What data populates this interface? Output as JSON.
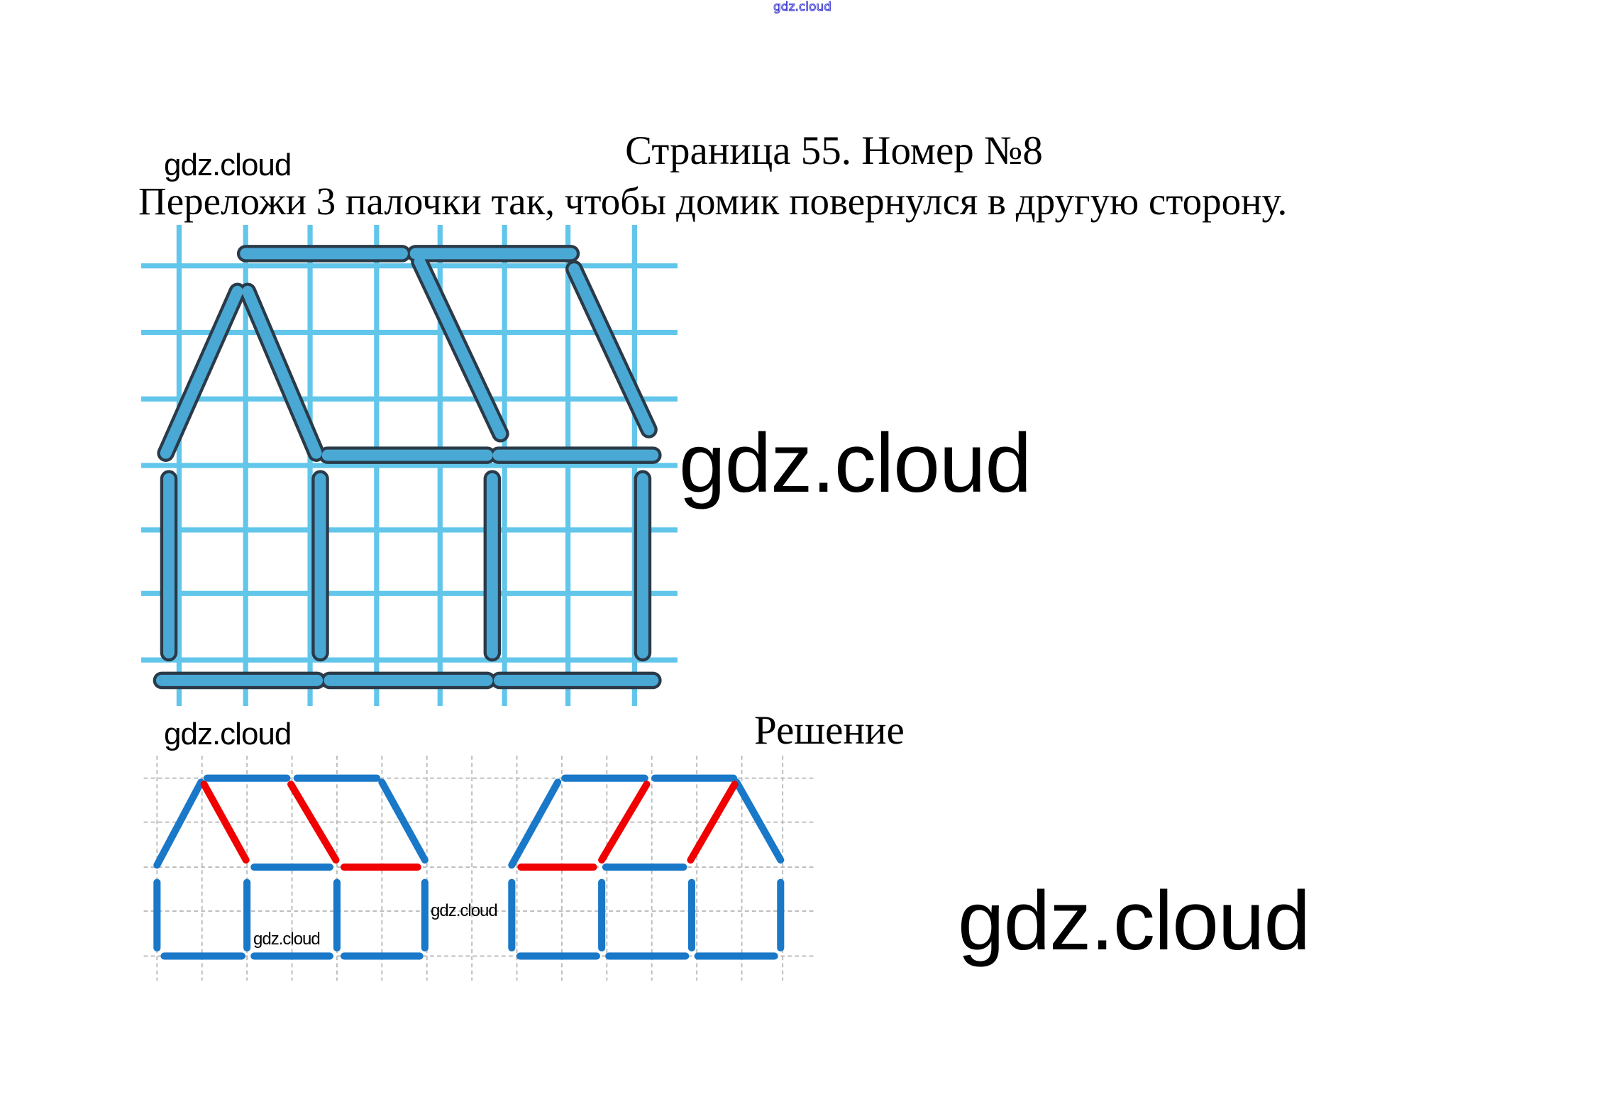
{
  "watermark_top": "gdz.cloud",
  "header": {
    "title": "Страница 55. Номер №8",
    "task": "Переложи 3 палочки так, чтобы домик повернулся в другую сторону."
  },
  "watermarks": {
    "label_1": "gdz.cloud",
    "big_1": "gdz.cloud",
    "label_2": "gdz.cloud",
    "inner_1": "gdz.cloud",
    "inner_2": "gdz.cloud",
    "big_2": "gdz.cloud"
  },
  "solution": {
    "heading": "Решение",
    "moved_sticks_count": 3
  },
  "colors": {
    "stick_blue": "#1a78c8",
    "stick_red": "#f00000",
    "grid_blue": "#62c6ea"
  }
}
